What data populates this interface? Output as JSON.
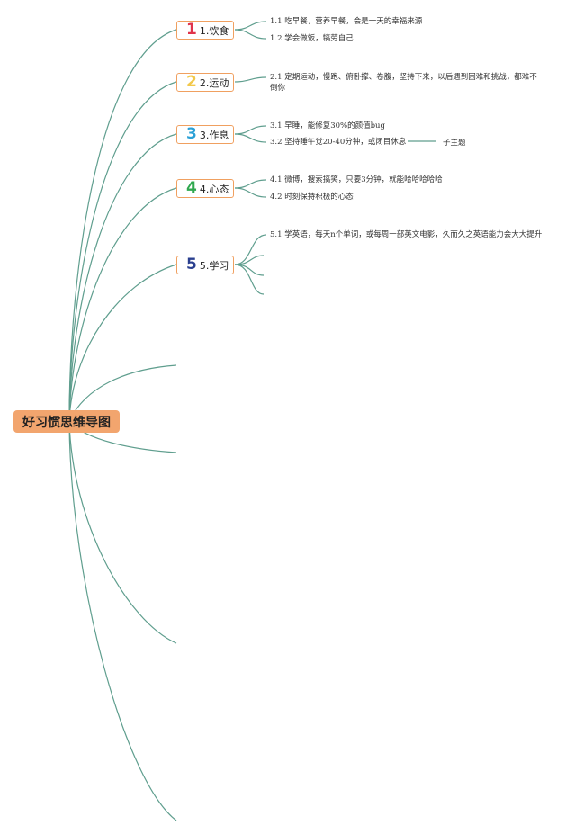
{
  "root": {
    "title": "好习惯思维导图"
  },
  "branches": [
    {
      "num": "1",
      "num_color": "#e0334b",
      "label": "1.饮食",
      "leaves": [
        "1.1 吃早餐，营养早餐，会是一天的幸福来源",
        "1.2 学会做饭，犒劳自己"
      ]
    },
    {
      "num": "2",
      "num_color": "#f2c84b",
      "label": "2.运动",
      "leaves": [
        "2.1 定期运动，慢跑、俯卧撑、卷腹，坚持下来，以后遇到困难和挑战，都难不倒你"
      ]
    },
    {
      "num": "3",
      "num_color": "#2aa0d6",
      "label": "3.作息",
      "leaves": [
        "3.1 早睡，能修复30%的颜值bug",
        "3.2 坚持睡午觉20-40分钟，或闭目休息"
      ],
      "subtopic": "子主题"
    },
    {
      "num": "4",
      "num_color": "#2fa84f",
      "label": "4.心态",
      "leaves": [
        "4.1 微博，搜索搞笑，只要3分钟，就能哈哈哈哈哈",
        "4.2 时刻保持积极的心态"
      ]
    },
    {
      "num": "5",
      "num_color": "#2a3f8f",
      "label": "5.学习",
      "leaves": [
        "5.1 学英语，每天n个单词，或每周一部英文电影，久而久之英语能力会大大提升"
      ]
    }
  ],
  "colors": {
    "connector": "#5f9e8e",
    "root_fill": "#f2a56e",
    "branch_border": "#f0a060"
  }
}
